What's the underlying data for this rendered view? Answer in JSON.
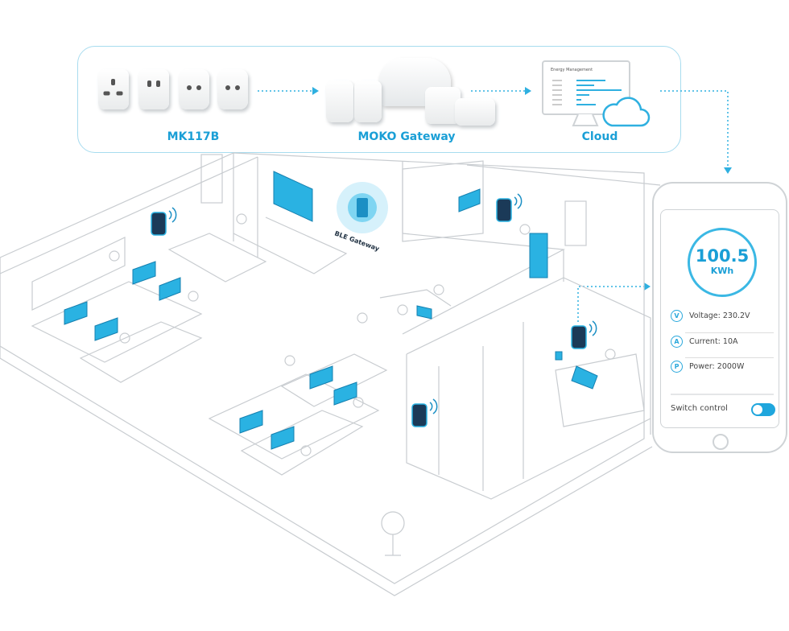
{
  "top_flow": {
    "stages": [
      {
        "label": "MK117B"
      },
      {
        "label": "MOKO Gateway"
      },
      {
        "label": "Cloud"
      }
    ],
    "cloud_screen_title": "Energy Management"
  },
  "office": {
    "gateway_label": "BLE Gateway"
  },
  "phone": {
    "energy_value": "100.5",
    "energy_unit": "KWh",
    "metrics": [
      {
        "icon": "V",
        "label": "Voltage: 230.2V"
      },
      {
        "icon": "A",
        "label": "Current: 10A"
      },
      {
        "icon": "P",
        "label": "Power: 2000W"
      }
    ],
    "switch_label": "Switch control",
    "switch_on": true
  },
  "colors": {
    "accent": "#1a9fd6",
    "device": "#1b8fc4",
    "outline": "#cfd3d6"
  }
}
